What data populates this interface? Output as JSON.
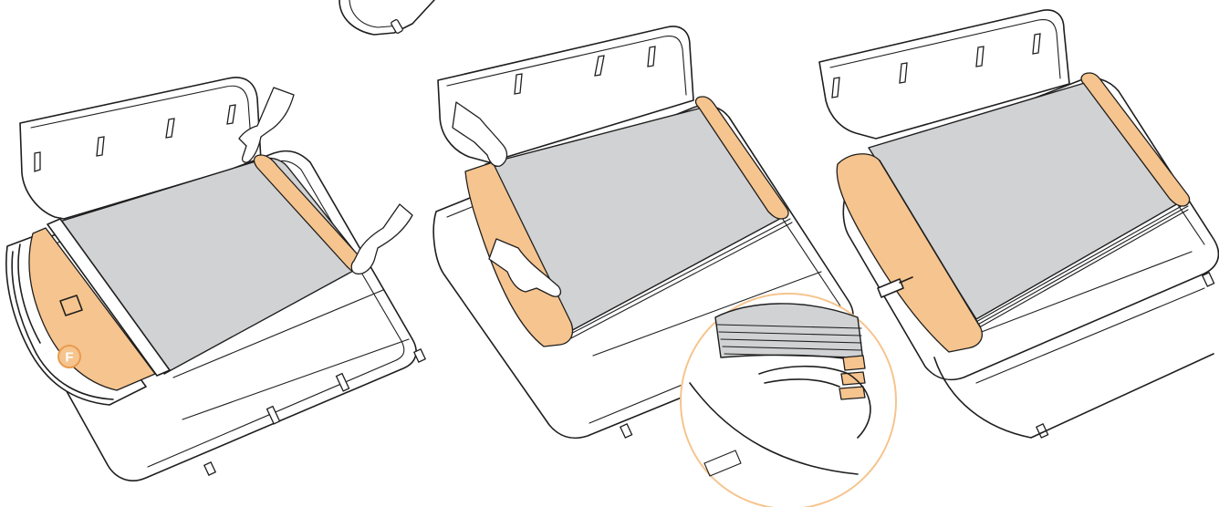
{
  "labels": {
    "f_marker": "F"
  },
  "colors": {
    "accent": "#f6c48e",
    "accent_stroke": "#e89b4f",
    "panel": "#d1d2d3",
    "ink": "#1e1e1e",
    "background": "#ffffff"
  },
  "steps": [
    {
      "icon": "bag-with-panel-left-flap"
    },
    {
      "icon": "bag-hands-folding-panel"
    },
    {
      "icon": "bag-folded-panel-stack"
    }
  ],
  "detail": {
    "icon": "magnified-panel-stack-detail"
  }
}
